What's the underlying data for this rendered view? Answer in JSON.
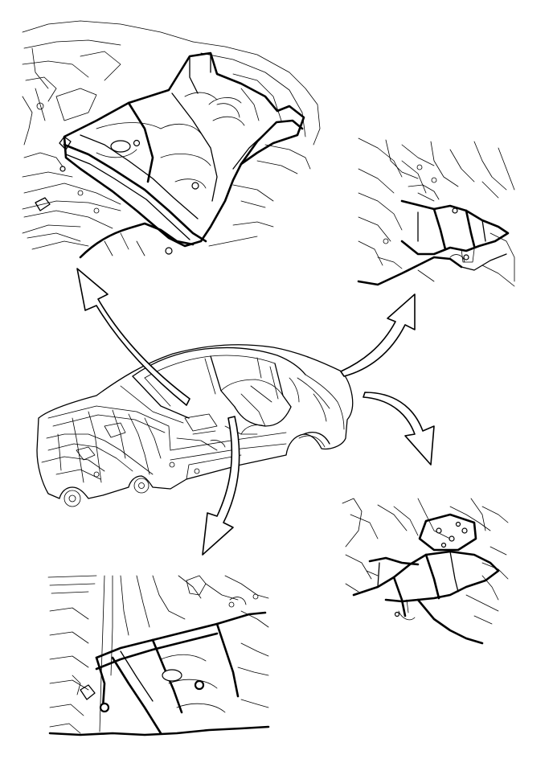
{
  "diagram": {
    "kind": "vehicle-body-floor-section-illustration",
    "views": [
      "overview-car-body",
      "detail-front-floor-crossmember",
      "detail-rear-floor-section-right",
      "detail-rear-floor-section-lower-right",
      "detail-front-floor-lower-left"
    ],
    "line_color": "#000000",
    "background_color": "#ffffff"
  }
}
